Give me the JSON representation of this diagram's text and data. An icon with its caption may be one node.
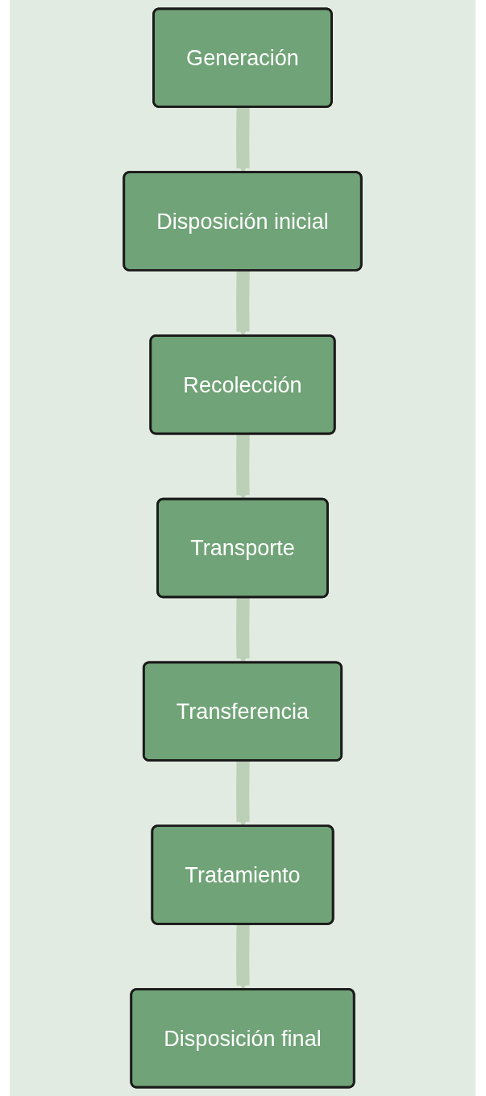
{
  "diagram": {
    "nodes": [
      {
        "text": [
          "Generación"
        ]
      },
      {
        "text": [
          "Disposición inicial"
        ]
      },
      {
        "text": [
          "Recolección"
        ]
      },
      {
        "text": [
          "Transporte"
        ]
      },
      {
        "text": [
          "Transferencia"
        ]
      },
      {
        "text": [
          "Tratamiento"
        ]
      },
      {
        "text": [
          "Disposición final"
        ]
      }
    ],
    "edges": [
      {
        "from": 0,
        "to": 1,
        "arrow": "to"
      },
      {
        "from": 1,
        "to": 2,
        "arrow": "to"
      },
      {
        "from": 2,
        "to": 3,
        "arrow": "to"
      },
      {
        "from": 3,
        "to": 4,
        "arrow": "to"
      },
      {
        "from": 4,
        "to": 5,
        "arrow": "to"
      },
      {
        "from": 5,
        "to": 6,
        "arrow": "to"
      }
    ]
  }
}
